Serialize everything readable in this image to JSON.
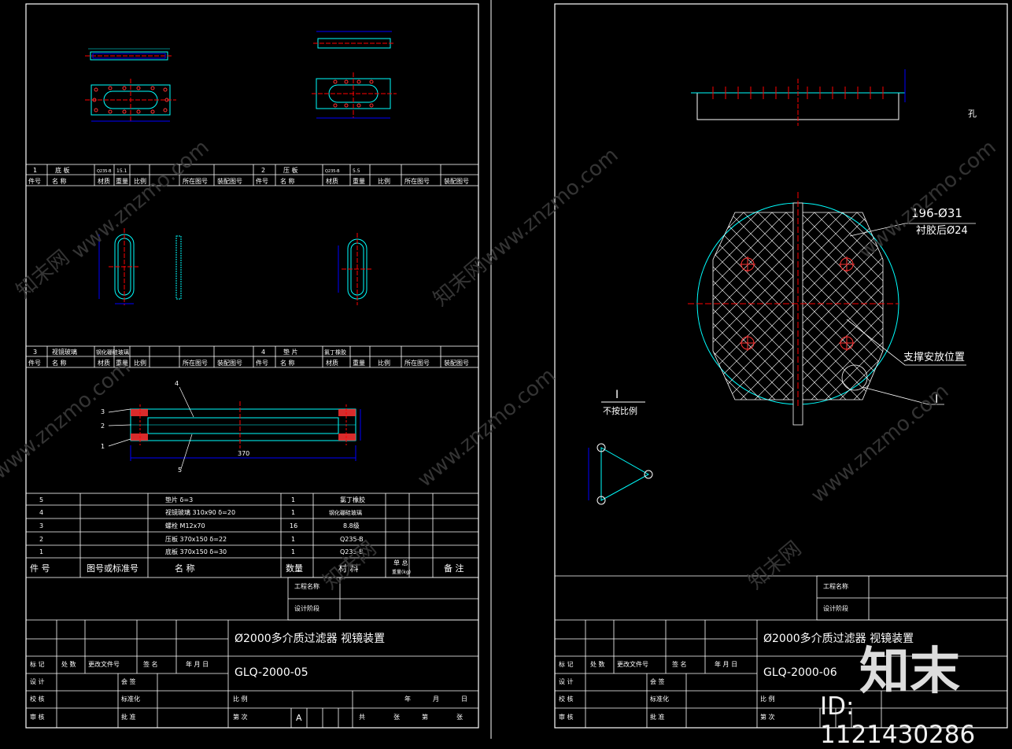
{
  "left_sheet": {
    "bom_top": {
      "rows": [
        {
          "no": "1",
          "name": "底 板",
          "material": "Q235-B",
          "weight": "15.1"
        },
        {
          "no": "2",
          "name": "压 板",
          "material": "Q235-B",
          "weight": "5.5"
        }
      ],
      "headers": [
        "件号",
        "名 称",
        "材质",
        "重量",
        "比例",
        "所在图号",
        "装配图号"
      ]
    },
    "bom_mid": {
      "rows": [
        {
          "no": "3",
          "name": "视镜玻璃",
          "material": "钢化硼硅玻璃"
        },
        {
          "no": "4",
          "name": "垫 片",
          "material": "氯丁橡胶"
        }
      ],
      "headers": [
        "件号",
        "名 称",
        "材质",
        "重量",
        "比例",
        "所在图号",
        "装配图号"
      ]
    },
    "callouts": [
      "1",
      "2",
      "3",
      "4",
      "5"
    ],
    "dim_length": "370",
    "parts_list": {
      "rows": [
        {
          "no": "5",
          "name": "垫片 δ=3",
          "qty": "1",
          "material": "氯丁橡胶"
        },
        {
          "no": "4",
          "name": "视镜玻璃 310x90 δ=20",
          "qty": "1",
          "material": "钢化硼硅玻璃"
        },
        {
          "no": "3",
          "name": "螺栓 M12x70",
          "qty": "16",
          "material": "8.8级"
        },
        {
          "no": "2",
          "name": "压板 370x150 δ=22",
          "qty": "1",
          "material": "Q235-B"
        },
        {
          "no": "1",
          "name": "底板 370x150 δ=30",
          "qty": "1",
          "material": "Q235-B"
        }
      ],
      "headers": {
        "no": "件 号",
        "drawing": "图号或标准号",
        "name": "名 称",
        "qty": "数量",
        "material": "材 料",
        "unit": "单 总",
        "weight": "重量(kg)",
        "remark": "备 注"
      }
    },
    "title_block": {
      "project_label": "工程名称",
      "stage_label": "设计阶段",
      "title": "Ø2000多介质过滤器 视镜装置",
      "drawing_no": "GLQ-2000-05",
      "row_labels": [
        "标 记",
        "处 数",
        "更改文件号",
        "签 名",
        "年 月 日"
      ],
      "side_labels": [
        "设 计",
        "校 核",
        "审 核"
      ],
      "mid_labels": [
        "会 签",
        "标准化",
        "批 准"
      ],
      "scale_label": "比 例",
      "sheet_label": "第 次",
      "scale_mark": "A",
      "date_fields": [
        "年",
        "月",
        "日"
      ],
      "page_fields": [
        "共",
        "张",
        "第",
        "张"
      ]
    }
  },
  "right_sheet": {
    "hole_label": "孔",
    "hole_spec": "196-Ø31",
    "hole_spec2": "衬胶后Ø24",
    "support_label": "支撑安放位置",
    "detail_mark": "I",
    "detail_title": "I",
    "detail_note": "不按比例",
    "title_block": {
      "project_label": "工程名称",
      "stage_label": "设计阶段",
      "title": "Ø2000多介质过滤器 视镜装置",
      "drawing_no": "GLQ-2000-06",
      "row_labels": [
        "标 记",
        "处 数",
        "更改文件号",
        "签 名",
        "年 月 日"
      ],
      "side_labels": [
        "设 计",
        "校 核",
        "审 核"
      ],
      "mid_labels": [
        "会 签",
        "标准化",
        "批 准"
      ],
      "scale_label": "比 例",
      "sheet_label": "第 次"
    }
  },
  "watermark": {
    "brand": "知末网",
    "url": "www.znzmo.com"
  },
  "stamp": {
    "logo": "知末",
    "id": "ID: 1121430286"
  },
  "colors": {
    "line": "#ffffff",
    "cyan": "#00ffff",
    "red": "#ff0000",
    "blue": "#0000ff",
    "yellow": "#ffff00",
    "hatch": "#ff3333"
  }
}
